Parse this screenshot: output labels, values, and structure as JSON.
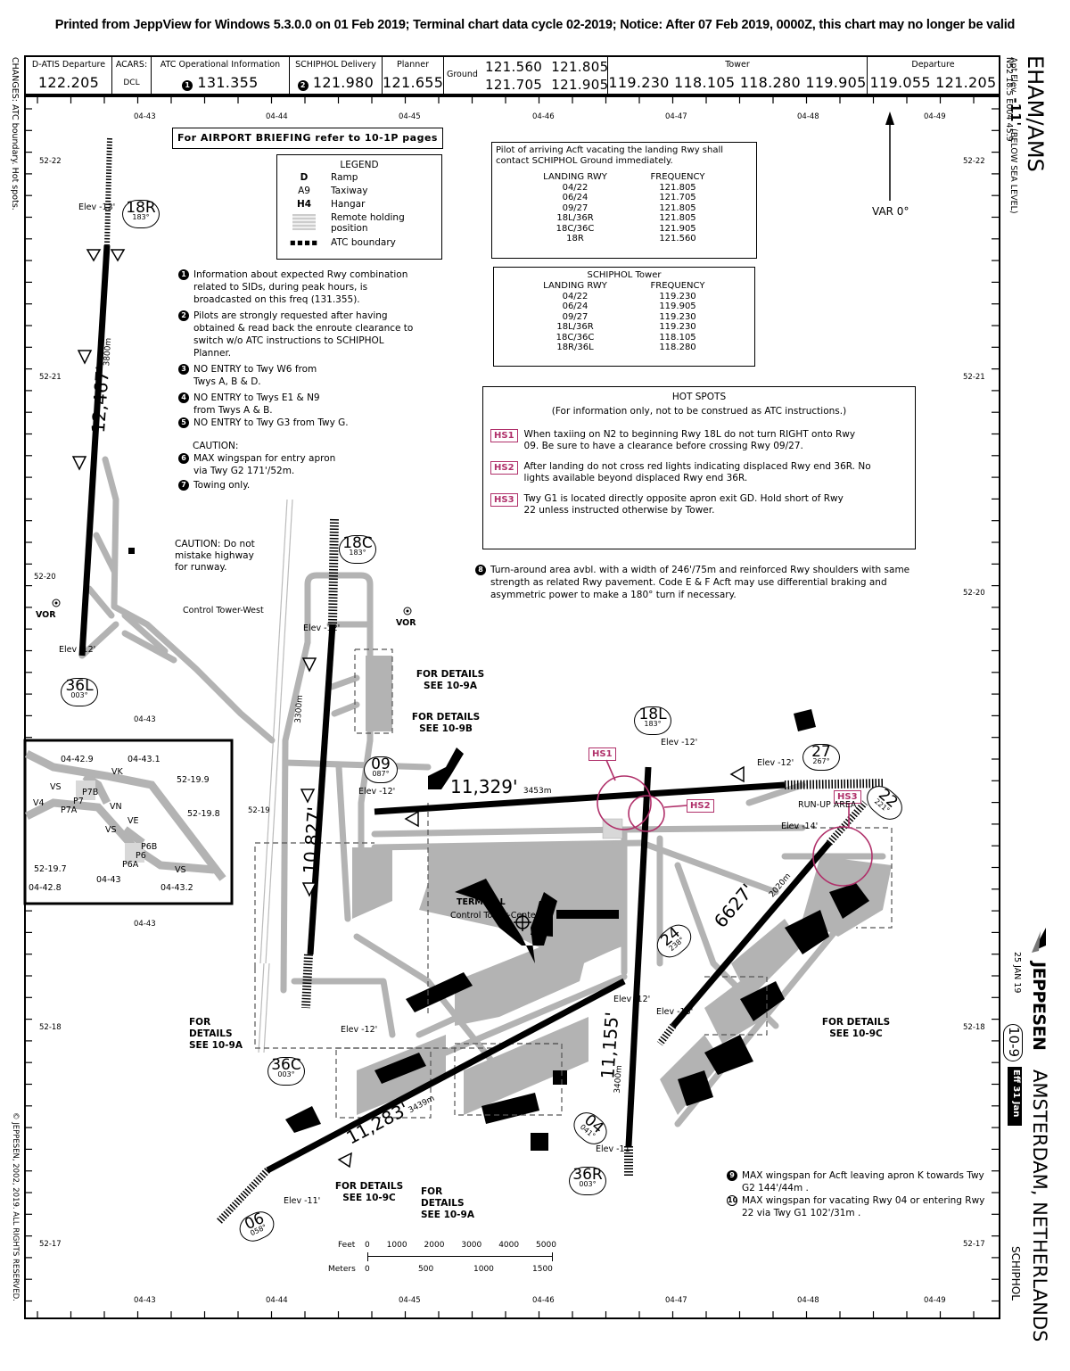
{
  "print_header": "Printed from JeppView for Windows 5.3.0.0 on 01 Feb 2019; Terminal chart data cycle 02-2019; Notice: After 07 Feb 2019, 0000Z, this chart may no longer be valid",
  "frequency_bar": [
    {
      "label": "D-ATIS Departure",
      "value": "122.205"
    },
    {
      "label": "ACARS:",
      "value": "DCL"
    },
    {
      "label": "ATC Operational Information",
      "note_ref": "1",
      "value": "131.355"
    },
    {
      "label": "SCHIPHOL Delivery",
      "note_ref": "2",
      "value": "121.980"
    },
    {
      "label": "Planner",
      "value": "121.655"
    },
    {
      "label": "Ground",
      "values": [
        "121.560",
        "121.805",
        "121.705",
        "121.905"
      ]
    },
    {
      "label": "Tower",
      "value": "119.230 118.105 118.280 119.905"
    },
    {
      "label": "Departure",
      "value": "119.055 121.205"
    }
  ],
  "airport": {
    "ident": "EHAM/AMS",
    "apt_elev_label": "Apt Elev",
    "apt_elev": "-11'",
    "apt_elev_note": "(BELOW SEA LEVEL)",
    "coords": "N52 18.5 E004 45.9",
    "city": "AMSTERDAM, NETHERLANDS",
    "name": "SCHIPHOL",
    "chart_date": "25 JAN 19",
    "chart_number": "10-9",
    "effective": "Eff 31 Jan",
    "publisher": "JEPPESEN",
    "copyright": "© JEPPESEN, 2002, 2019. ALL RIGHTS RESERVED.",
    "changes": "CHANGES: ATC boundary. Hot spots."
  },
  "grid": {
    "longitudes": [
      "04-43",
      "04-44",
      "04-45",
      "04-46",
      "04-47",
      "04-48",
      "04-49"
    ],
    "latitudes": [
      "52-22",
      "52-21",
      "52-20",
      "52-19",
      "52-18",
      "52-17"
    ]
  },
  "briefing": "For AIRPORT BRIEFING refer to 10-1P pages",
  "legend": {
    "title": "LEGEND",
    "items": [
      {
        "symbol": "D",
        "label": "Ramp"
      },
      {
        "symbol": "A9",
        "label": "Taxiway"
      },
      {
        "symbol": "H4",
        "label": "Hangar"
      },
      {
        "symbol": "grid",
        "label": "Remote holding position"
      },
      {
        "symbol": "dashes",
        "label": "ATC boundary"
      }
    ]
  },
  "notes": [
    {
      "n": "1",
      "text": "Information about expected Rwy combination related to SIDs, during peak hours, is broadcasted on this freq (131.355)."
    },
    {
      "n": "2",
      "text": "Pilots are strongly requested after having obtained & read back the enroute clearance to switch w/o ATC instructions to SCHIPHOL Planner."
    },
    {
      "n": "3",
      "text": "NO ENTRY to Twy W6 from Twys A, B & D."
    },
    {
      "n": "4",
      "text": "NO ENTRY to Twys E1 & N9 from Twys A & B."
    },
    {
      "n": "5",
      "text": "NO ENTRY to Twy G3 from Twy G."
    },
    {
      "caution": "CAUTION:"
    },
    {
      "n": "6",
      "text": "MAX wingspan for entry apron via Twy G2 171'/52m."
    },
    {
      "n": "7",
      "text": "Towing only."
    }
  ],
  "ground_table": {
    "intro": "Pilot of arriving Acft vacating the landing Rwy shall contact SCHIPHOL Ground immediately.",
    "headers": [
      "LANDING RWY",
      "FREQUENCY"
    ],
    "rows": [
      [
        "04/22",
        "121.805"
      ],
      [
        "06/24",
        "121.705"
      ],
      [
        "09/27",
        "121.805"
      ],
      [
        "18L/36R",
        "121.805"
      ],
      [
        "18C/36C",
        "121.905"
      ],
      [
        "18R",
        "121.560"
      ]
    ]
  },
  "tower_table": {
    "title": "SCHIPHOL Tower",
    "headers": [
      "LANDING RWY",
      "FREQUENCY"
    ],
    "rows": [
      [
        "04/22",
        "119.230"
      ],
      [
        "06/24",
        "119.905"
      ],
      [
        "09/27",
        "119.230"
      ],
      [
        "18L/36R",
        "119.230"
      ],
      [
        "18C/36C",
        "118.105"
      ],
      [
        "18R/36L",
        "118.280"
      ]
    ]
  },
  "var": "VAR 0°",
  "hot_spots": {
    "title": "HOT SPOTS",
    "subtitle": "(For information only, not to be construed as ATC instructions.)",
    "color": "#b0306a",
    "items": [
      {
        "id": "HS1",
        "text": "When taxiing on N2 to beginning Rwy 18L do not turn RIGHT onto Rwy 09. Be sure to have a clearance before crossing Rwy 09/27."
      },
      {
        "id": "HS2",
        "text": "After landing do not cross red lights indicating displaced Rwy end 36R. No lights available beyond displaced Rwy end 36R."
      },
      {
        "id": "HS3",
        "text": "Twy G1 is located directly opposite apron exit GD. Hold short of Rwy 22 unless instructed otherwise by Tower."
      }
    ]
  },
  "note8": {
    "n": "8",
    "text": "Turn-around area avbl. with a width of 246'/75m and reinforced Rwy shoulders with same strength as related Rwy pavement. Code E & F Acft may use differential braking and asymmetric power to make a 180° turn if necessary."
  },
  "notes_bottom": [
    {
      "n": "9",
      "text": "MAX wingspan for Acft leaving apron K towards Twy G2 144'/44m ."
    },
    {
      "n": "10",
      "text": "MAX wingspan for vacating Rwy 04 or entering Rwy 22 via Twy G1 102'/31m ."
    }
  ],
  "caution_highway": "CAUTION: Do not mistake highway for runway.",
  "runways": [
    {
      "id": "18R",
      "hdg": "183°",
      "opp": "36L",
      "opp_hdg": "003°",
      "length": "12,467'",
      "meters": "3800m"
    },
    {
      "id": "18C",
      "hdg": "183°",
      "opp": "36C",
      "opp_hdg": "003°",
      "length": "10,827'",
      "meters": "3300m"
    },
    {
      "id": "18L",
      "hdg": "183°",
      "opp": "36R",
      "opp_hdg": "003°",
      "length": "11,155'",
      "meters": "3400m"
    },
    {
      "id": "09",
      "hdg": "087°",
      "opp": "27",
      "opp_hdg": "267°",
      "length": "11,329'",
      "meters": "3453m"
    },
    {
      "id": "06",
      "hdg": "058°",
      "opp": "24",
      "opp_hdg": "238°",
      "length": "11,283'",
      "meters": "3439m"
    },
    {
      "id": "22",
      "hdg": "221°",
      "opp": "04",
      "opp_hdg": "041°",
      "length": "6627'",
      "meters": "2020m"
    }
  ],
  "labels": {
    "elev_12": "Elev -12'",
    "elev_13": "Elev -13'",
    "elev_11": "Elev -11'",
    "elev_14": "Elev -14'",
    "vor": "VOR",
    "control_tower_west": "Control Tower-West",
    "control_tower_center": "Control Tower-Center",
    "terminal": "TERMINAL",
    "arp": "ARP",
    "runup": "RUN-UP AREA",
    "details_9a": "FOR DETAILS SEE 10-9A",
    "details_9b": "FOR DETAILS SEE 10-9B",
    "details_9c": "FOR DETAILS SEE 10-9C"
  },
  "inset": {
    "longitudes": [
      "04-42.8",
      "04-42.9",
      "04-43",
      "04-43.1",
      "04-43.2"
    ],
    "latitudes": [
      "52-19.9",
      "52-19.8",
      "52-19.7"
    ],
    "taxiways": [
      "V",
      "V",
      "VK",
      "VS",
      "P7B",
      "P7",
      "P7A",
      "V4",
      "VN",
      "VE",
      "VS",
      "P6B",
      "P6",
      "P6A",
      "VS",
      "V"
    ]
  },
  "scale": {
    "feet_label": "Feet",
    "meters_label": "Meters",
    "feet": [
      "0",
      "1000",
      "2000",
      "3000",
      "4000",
      "5000"
    ],
    "meters": [
      "0",
      "500",
      "1000",
      "1500"
    ]
  },
  "colors": {
    "pavement": "#b3b3b3",
    "runway": "#000000",
    "hotspot": "#b0306a"
  }
}
